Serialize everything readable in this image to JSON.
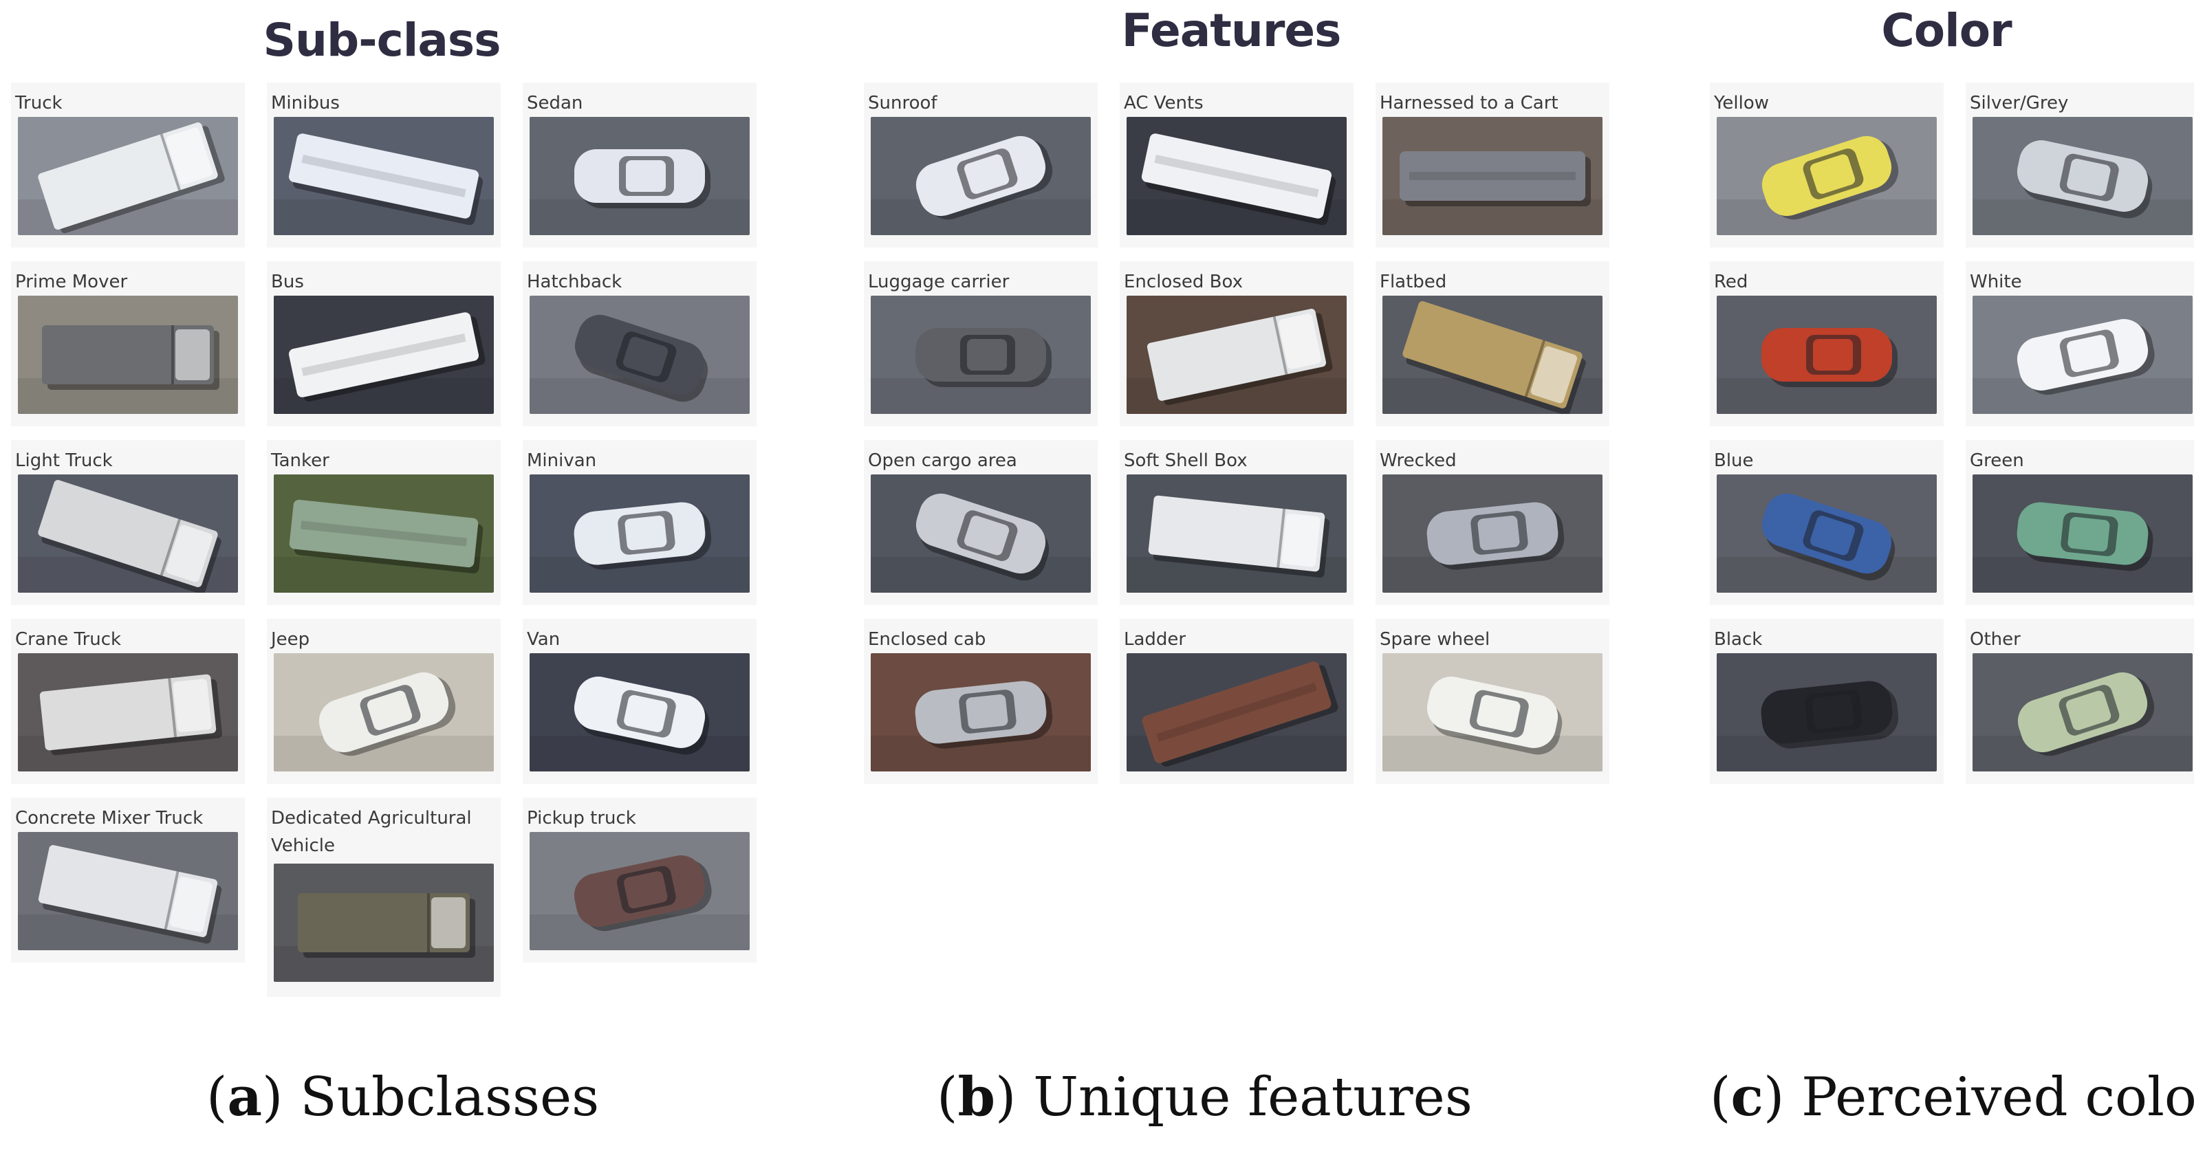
{
  "panels": [
    {
      "key": "a",
      "title": "Sub-class",
      "caption_letter": "a",
      "caption_text": "Subclasses",
      "columns": [
        [
          {
            "label": "Truck",
            "icon": "truck-image",
            "car": "#e9ecef",
            "bg": "#8b8f97",
            "shape": "truck"
          },
          {
            "label": "Prime Mover",
            "icon": "prime-mover-image",
            "car": "#6b6d70",
            "bg": "#8e8a82",
            "shape": "truck"
          },
          {
            "label": "Light Truck",
            "icon": "light-truck-image",
            "car": "#d6d8da",
            "bg": "#575b66",
            "shape": "truck"
          },
          {
            "label": "Crane Truck",
            "icon": "crane-truck-image",
            "car": "#dcdcdc",
            "bg": "#5e5a5c",
            "shape": "truck"
          },
          {
            "label": "Concrete Mixer Truck",
            "icon": "concrete-mixer-truck-image",
            "car": "#e2e4e8",
            "bg": "#6e7078",
            "shape": "truck"
          }
        ],
        [
          {
            "label": "Minibus",
            "icon": "minibus-image",
            "car": "#e7ecf5",
            "bg": "#5a5f6d",
            "shape": "bus"
          },
          {
            "label": "Bus",
            "icon": "bus-image",
            "car": "#f0f2f4",
            "bg": "#3a3d46",
            "shape": "bus"
          },
          {
            "label": "Tanker",
            "icon": "tanker-image",
            "car": "#8fa690",
            "bg": "#55643e",
            "shape": "bus"
          },
          {
            "label": "Jeep",
            "icon": "jeep-image",
            "car": "#eeeeea",
            "bg": "#c8c3b8",
            "shape": "car"
          },
          {
            "label": "Dedicated Agricultural Vehicle",
            "icon": "agricultural-vehicle-image",
            "car": "#6a6656",
            "bg": "#595a5e",
            "shape": "truck"
          }
        ],
        [
          {
            "label": "Sedan",
            "icon": "sedan-image",
            "car": "#e3e6ee",
            "bg": "#62666f",
            "shape": "car"
          },
          {
            "label": "Hatchback",
            "icon": "hatchback-image",
            "car": "#4a4c55",
            "bg": "#777a83",
            "shape": "car"
          },
          {
            "label": "Minivan",
            "icon": "minivan-image",
            "car": "#e6eaf1",
            "bg": "#4e5361",
            "shape": "car"
          },
          {
            "label": "Van",
            "icon": "van-image",
            "car": "#eef1f6",
            "bg": "#3f4350",
            "shape": "car"
          },
          {
            "label": "Pickup truck",
            "icon": "pickup-truck-image",
            "car": "#6a4d4a",
            "bg": "#7c7f86",
            "shape": "car"
          }
        ]
      ]
    },
    {
      "key": "b",
      "title": "Features",
      "caption_letter": "b",
      "caption_text": "Unique features",
      "columns": [
        [
          {
            "label": "Sunroof",
            "icon": "sunroof-image",
            "car": "#e6e9ef",
            "bg": "#5f636c",
            "shape": "car"
          },
          {
            "label": "Luggage carrier",
            "icon": "luggage-carrier-image",
            "car": "#5e6066",
            "bg": "#666a72",
            "shape": "car"
          },
          {
            "label": "Open cargo area",
            "icon": "open-cargo-area-image",
            "car": "#c9ccd3",
            "bg": "#52565f",
            "shape": "car"
          },
          {
            "label": "Enclosed cab",
            "icon": "enclosed-cab-image",
            "car": "#b9bcc2",
            "bg": "#6b4b42",
            "shape": "car"
          }
        ],
        [
          {
            "label": "AC Vents",
            "icon": "ac-vents-image",
            "car": "#eff1f5",
            "bg": "#3a3d46",
            "shape": "bus"
          },
          {
            "label": "Enclosed Box",
            "icon": "enclosed-box-image",
            "car": "#e4e5e7",
            "bg": "#5d4a40",
            "shape": "truck"
          },
          {
            "label": "Soft Shell Box",
            "icon": "soft-shell-box-image",
            "car": "#e7e8eb",
            "bg": "#4f535b",
            "shape": "truck"
          },
          {
            "label": "Ladder",
            "icon": "ladder-image",
            "car": "#7a4b3d",
            "bg": "#444750",
            "shape": "bus"
          }
        ],
        [
          {
            "label": "Harnessed to a Cart",
            "icon": "harnessed-cart-image",
            "car": "#7d8088",
            "bg": "#6e625c",
            "shape": "bus"
          },
          {
            "label": "Flatbed",
            "icon": "flatbed-image",
            "car": "#b69d65",
            "bg": "#595c63",
            "shape": "truck"
          },
          {
            "label": "Wrecked",
            "icon": "wrecked-image",
            "car": "#aeb3bd",
            "bg": "#5a5c62",
            "shape": "car"
          },
          {
            "label": "Spare wheel",
            "icon": "spare-wheel-image",
            "car": "#f1f1ee",
            "bg": "#cdc9c1",
            "shape": "car"
          }
        ]
      ]
    },
    {
      "key": "c",
      "title": "Color",
      "caption_letter": "c",
      "caption_text": "Perceived color",
      "columns": [
        [
          {
            "label": "Yellow",
            "icon": "yellow-car-image",
            "car": "#e7db5a",
            "bg": "#8a8d94",
            "shape": "car"
          },
          {
            "label": "Red",
            "icon": "red-car-image",
            "car": "#c0402a",
            "bg": "#5c5f67",
            "shape": "car"
          },
          {
            "label": "Blue",
            "icon": "blue-car-image",
            "car": "#3c62a8",
            "bg": "#5d6068",
            "shape": "car"
          },
          {
            "label": "Black",
            "icon": "black-car-image",
            "car": "#23252b",
            "bg": "#4d5059",
            "shape": "car"
          }
        ],
        [
          {
            "label": "Silver/Grey",
            "icon": "silver-car-image",
            "car": "#cfd3da",
            "bg": "#6f737b",
            "shape": "car"
          },
          {
            "label": "White",
            "icon": "white-car-image",
            "car": "#f2f4f7",
            "bg": "#7b7f88",
            "shape": "car"
          },
          {
            "label": "Green",
            "icon": "green-car-image",
            "car": "#6fa88f",
            "bg": "#4e5159",
            "shape": "car"
          },
          {
            "label": "Other",
            "icon": "other-car-image",
            "car": "#b9c9a8",
            "bg": "#5b5e65",
            "shape": "car"
          }
        ]
      ]
    }
  ]
}
